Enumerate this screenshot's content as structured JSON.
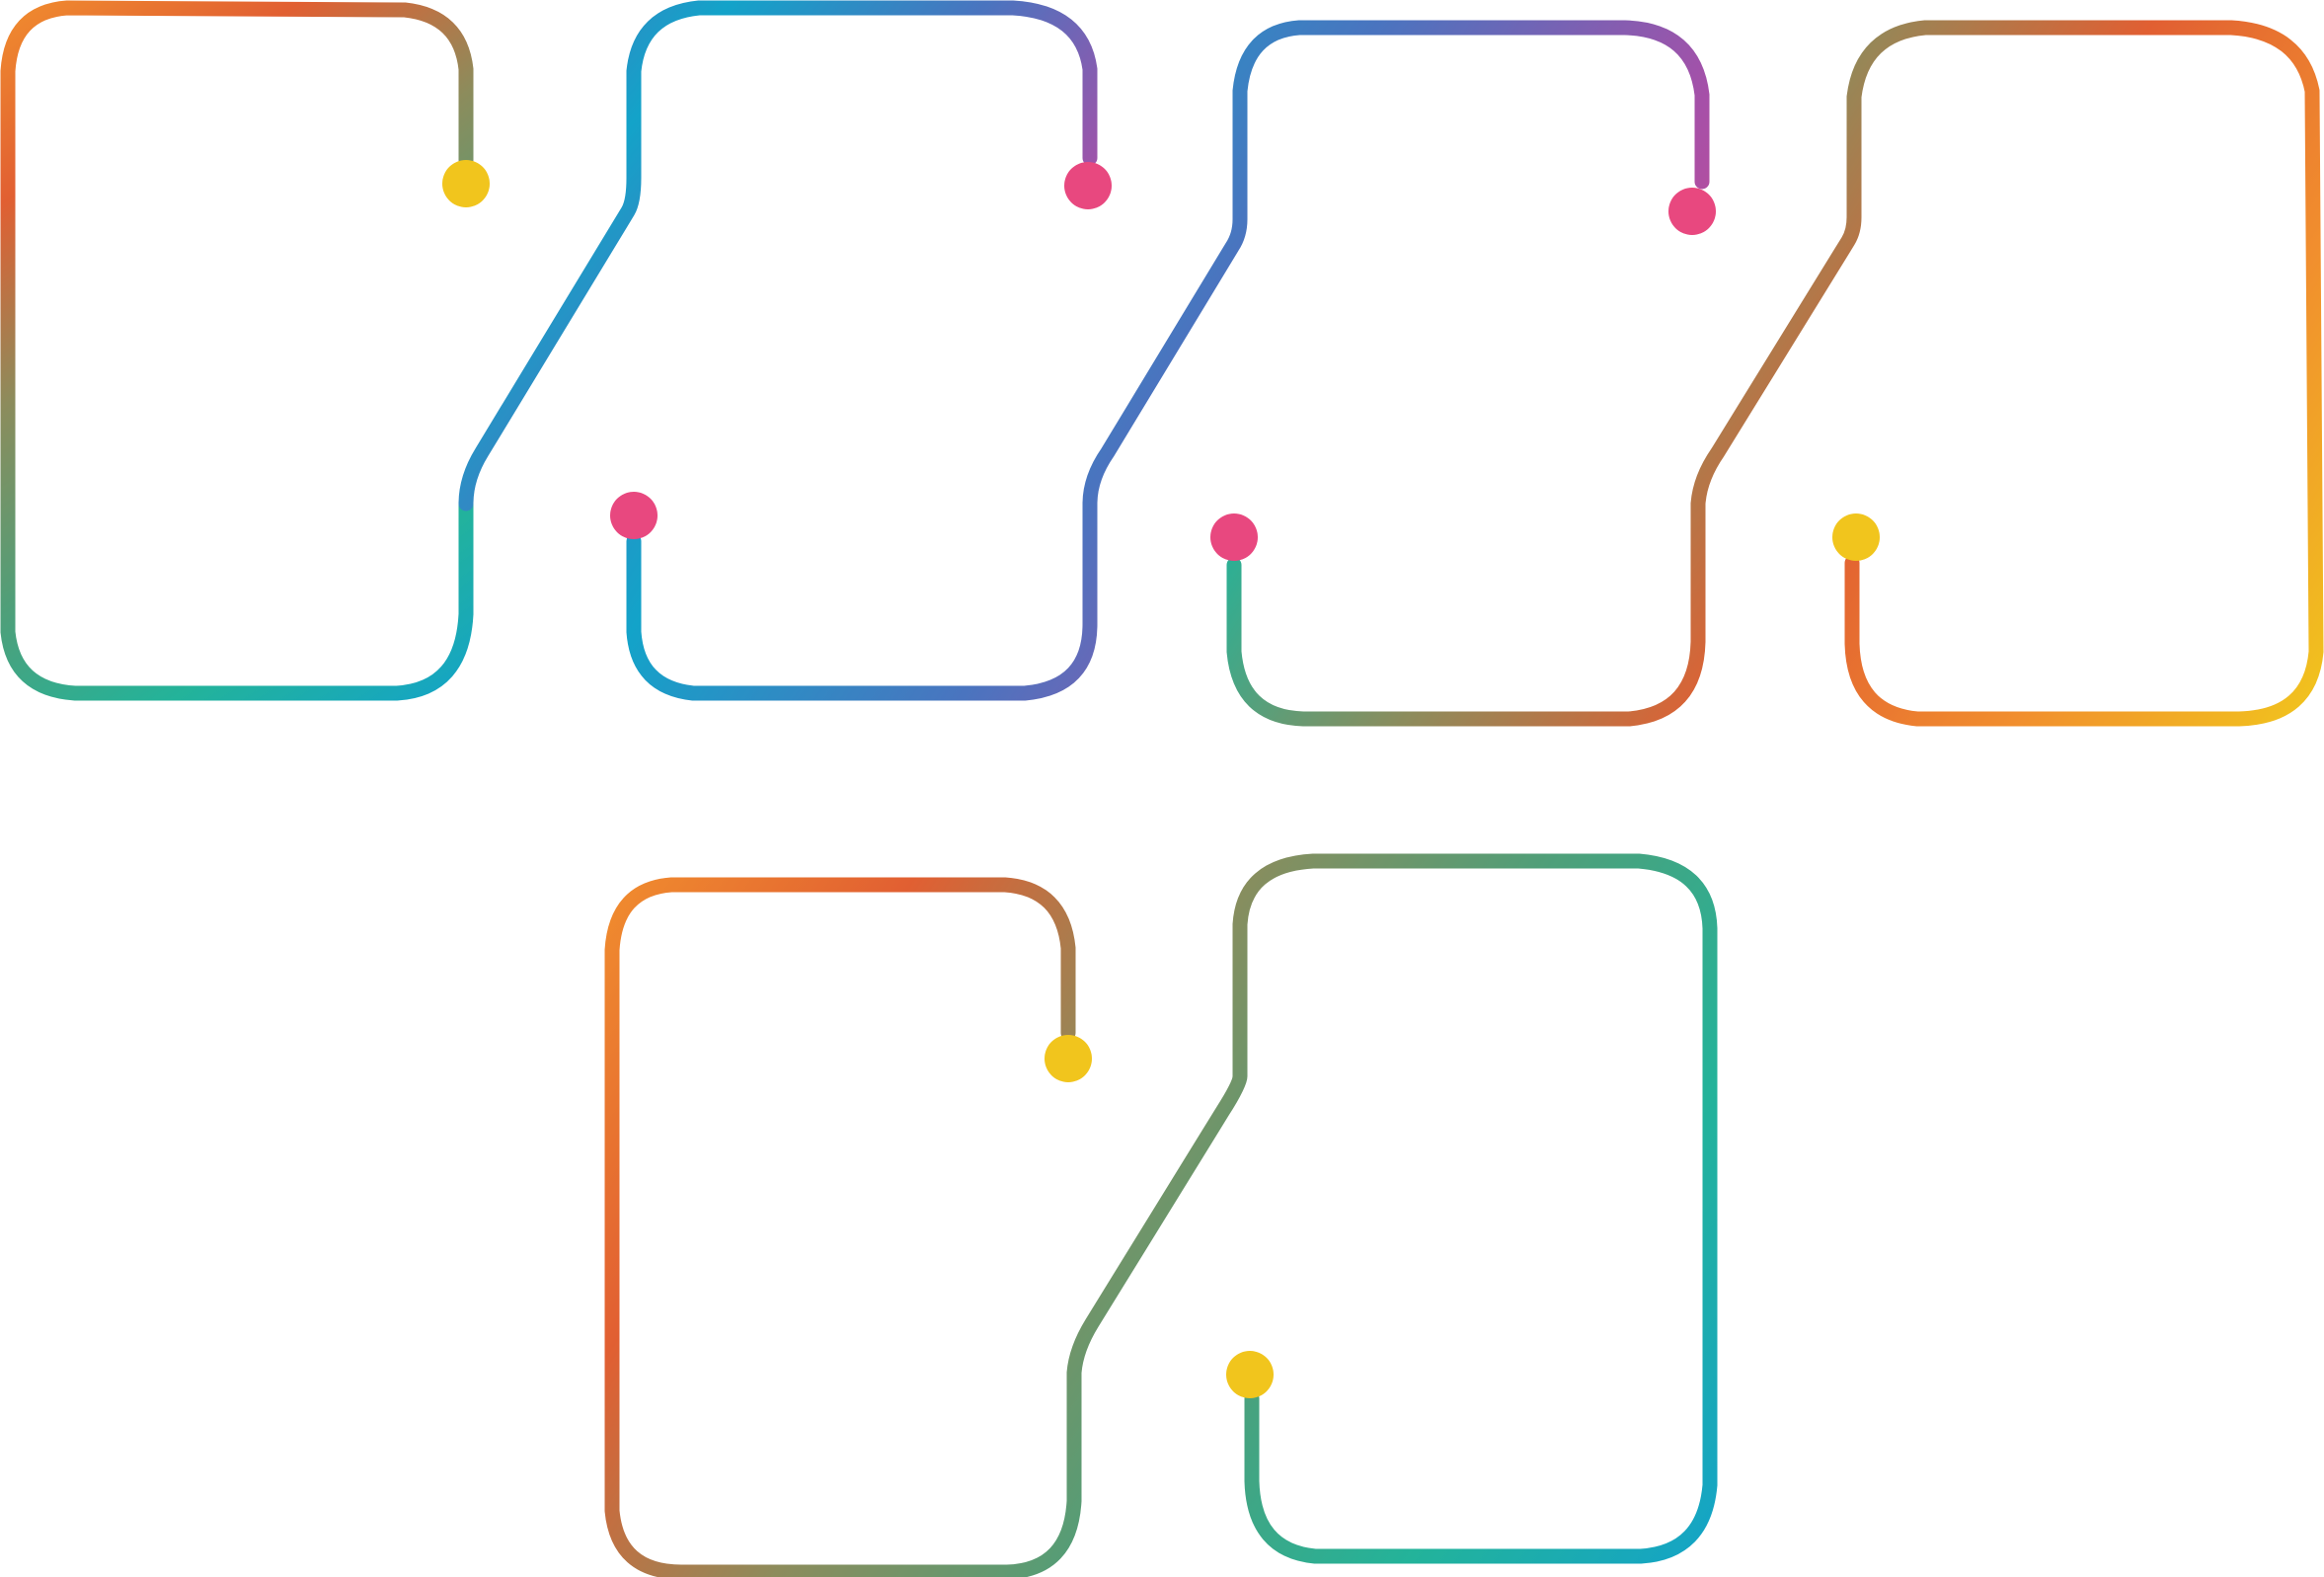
{
  "diagram": {
    "type": "infographic-frames",
    "frame_count": 6,
    "colors": {
      "orange": "#f18e2e",
      "red_orange": "#e15f32",
      "yellow": "#f1c51d",
      "olive": "#8c8c5c",
      "sea_green": "#4f9f79",
      "teal": "#23b39a",
      "cyan": "#13a3c9",
      "blue": "#4a74bf",
      "purple": "#a650a8",
      "pink": "#e8487f"
    },
    "frames": [
      {
        "name": "frame-1",
        "gradient": [
          "#f18e2e",
          "#e15f32",
          "#8c8c5c",
          "#4f9f79",
          "#23b39a",
          "#13a3c9"
        ],
        "node_color": "#f1c51d"
      },
      {
        "name": "frame-2",
        "gradient": [
          "#4a74bf",
          "#13a3c9",
          "#4a74bf",
          "#a650a8",
          "#e8487f"
        ],
        "node_color": "#e8487f"
      },
      {
        "name": "frame-3",
        "gradient": [
          "#4a74bf",
          "#13a3c9",
          "#4a74bf",
          "#a650a8",
          "#e8487f"
        ],
        "node_color": "#e8487f"
      },
      {
        "name": "frame-4",
        "gradient": [
          "#13a3c9",
          "#23b39a",
          "#8c8c5c",
          "#e15f32",
          "#f18e2e",
          "#f1c51d"
        ],
        "node_color": "#f1c51d"
      },
      {
        "name": "frame-5",
        "gradient": [
          "#f18e2e",
          "#e15f32",
          "#8c8c5c",
          "#4f9f79",
          "#23b39a",
          "#13a3c9"
        ],
        "node_color": "#f1c51d"
      },
      {
        "name": "frame-6",
        "gradient": [
          "#13a3c9",
          "#23b39a",
          "#8c8c5c",
          "#e15f32",
          "#f18e2e",
          "#f1c51d"
        ],
        "node_color": "#f1c51d"
      }
    ]
  }
}
